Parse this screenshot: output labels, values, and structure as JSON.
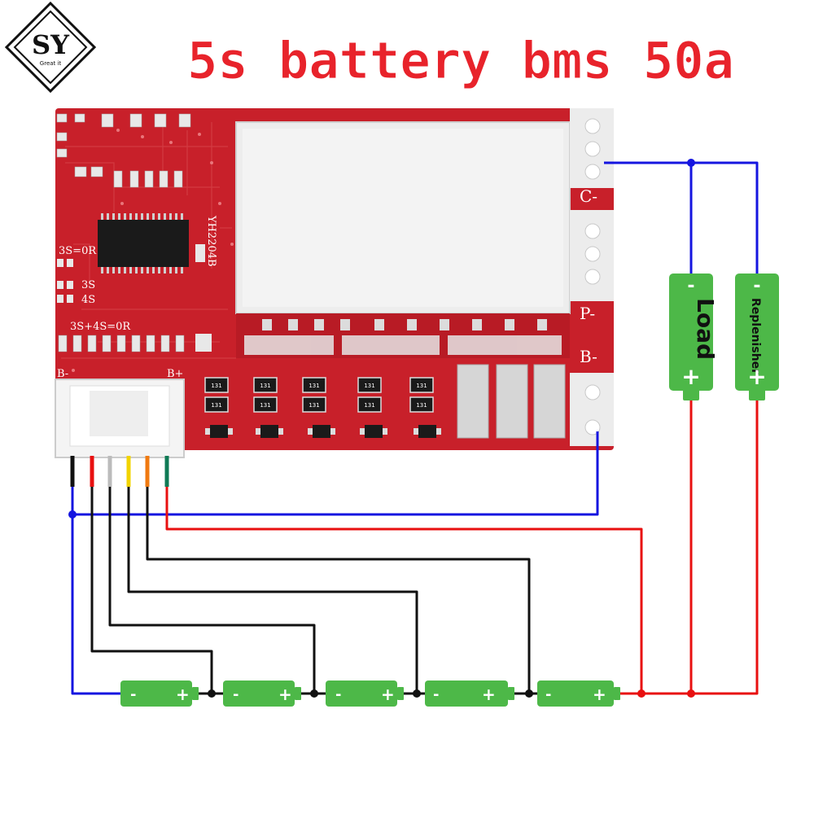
{
  "title": "5s battery bms 50a",
  "logo": {
    "initials": "SY",
    "tagline": "Great it"
  },
  "board": {
    "model": "YH2204B",
    "pcb_labels": [
      "3S=0R",
      "3S",
      "4S",
      "3S+4S=0R",
      "B-",
      "B+"
    ],
    "pads": {
      "c_minus": "C-",
      "p_minus": "P-",
      "b_minus": "B-"
    },
    "chip_code": "131"
  },
  "load_battery": {
    "neg": "-",
    "label": "Load",
    "pos": "+"
  },
  "replenisher_battery": {
    "neg": "-",
    "label": "Replenisher",
    "pos": "+"
  },
  "cells": [
    {
      "neg": "-",
      "pos": "+"
    },
    {
      "neg": "-",
      "pos": "+"
    },
    {
      "neg": "-",
      "pos": "+"
    },
    {
      "neg": "-",
      "pos": "+"
    },
    {
      "neg": "-",
      "pos": "+"
    }
  ],
  "colors": {
    "title": "#e8232b",
    "pcb": "#c8202a",
    "battery_green": "#4db848",
    "wire_blue": "#1515e0",
    "wire_red": "#e81010",
    "wire_black": "#111111"
  },
  "balance_wire_colors": [
    "#111111",
    "#e81010",
    "#ffffff",
    "#f2d400",
    "#f07a10",
    "#0f7a55"
  ]
}
